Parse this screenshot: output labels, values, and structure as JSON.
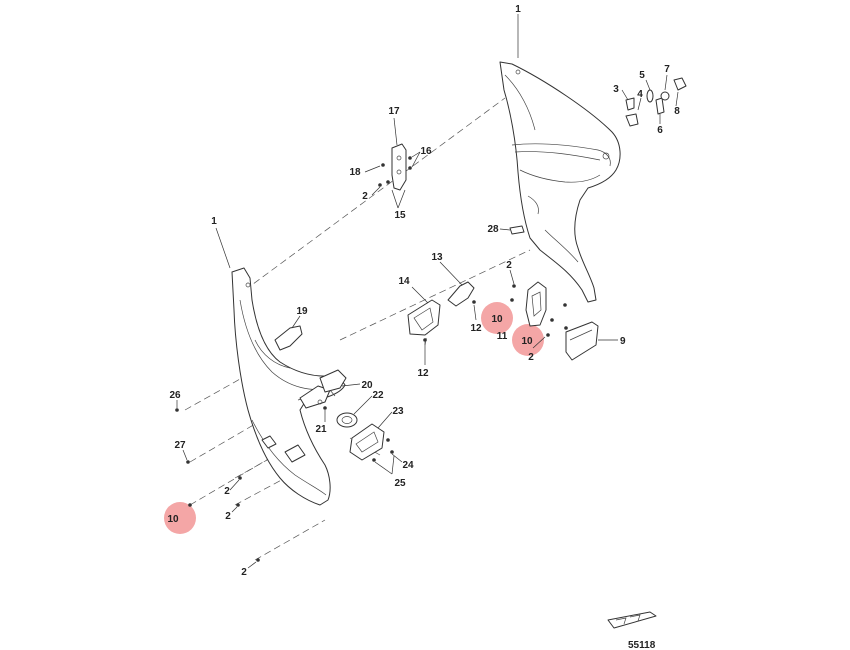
{
  "diagram": {
    "figure_id": "55118",
    "highlight_color": "#f4a6a6",
    "callouts": {
      "c1_top": "1",
      "c1_left": "1",
      "c2_a": "2",
      "c2_b": "2",
      "c2_c": "2",
      "c2_d": "2",
      "c2_e": "2",
      "c2_f": "2",
      "c3": "3",
      "c4": "4",
      "c5": "5",
      "c6": "6",
      "c7": "7",
      "c8": "8",
      "c9": "9",
      "c10_a": "10",
      "c10_b": "10",
      "c10_c": "10",
      "c11": "11",
      "c12_a": "12",
      "c12_b": "12",
      "c13": "13",
      "c14": "14",
      "c15": "15",
      "c16": "16",
      "c17": "17",
      "c18": "18",
      "c19": "19",
      "c20": "20",
      "c21": "21",
      "c22": "22",
      "c23": "23",
      "c24": "24",
      "c25": "25",
      "c26": "26",
      "c27": "27",
      "c28": "28"
    }
  }
}
